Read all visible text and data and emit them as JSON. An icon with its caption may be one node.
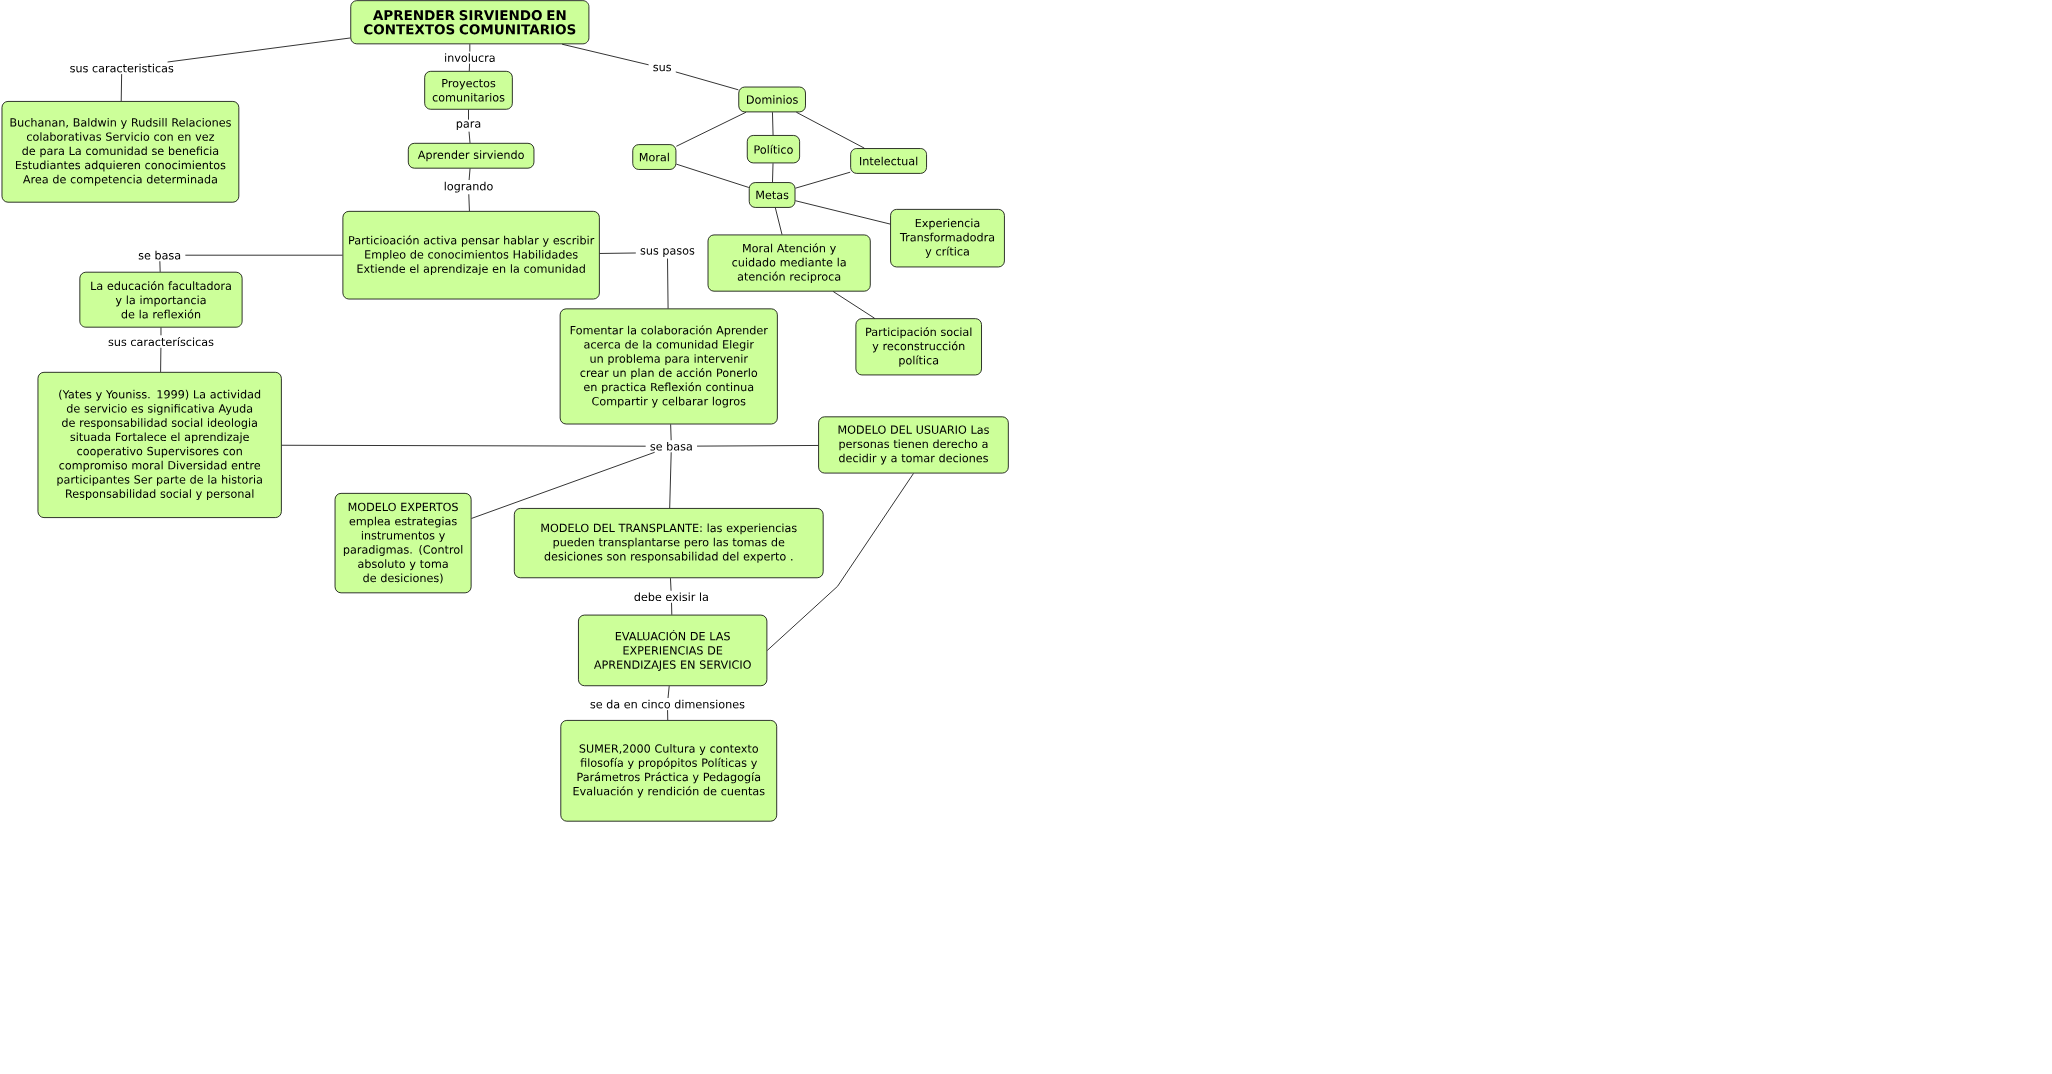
{
  "diagram": {
    "nodes": [
      {
        "text": [
          "APRENDER SIRVIENDO EN CONTEXTOS COMUNITARIOS"
        ]
      },
      {
        "text": [
          "sus caracteristicas"
        ]
      },
      {
        "text": [
          "Buchanan, Baldwin y Rudsill Relaciones colaborativas Servicio con en vez de para La comunidad se beneficia Estudiantes adquieren conocimientos Area de competencia determinada"
        ]
      },
      {
        "text": [
          "involucra"
        ]
      },
      {
        "text": [
          "Proyectos comunitarios"
        ]
      },
      {
        "text": [
          "para"
        ]
      },
      {
        "text": [
          "Aprender sirviendo"
        ]
      },
      {
        "text": [
          "logrando"
        ]
      },
      {
        "text": [
          "Particioación activa pensar hablar y escribir Empleo de conocimientos Habilidades Extiende el aprendizaje en la comunidad"
        ]
      },
      {
        "text": [
          "se basa"
        ]
      },
      {
        "text": [
          "La educación facultadora y la importancia de la reflexión"
        ]
      },
      {
        "text": [
          "sus caracteríscicas"
        ]
      },
      {
        "text": [
          "(Yates y Youniss. 1999) La actividad de servicio es significativa Ayuda de responsabilidad social ideologia situada Fortalece el aprendizaje cooperativo Supervisores con compromiso moral Diversidad entre participantes Ser parte de la historia Responsabilidad social y personal"
        ]
      },
      {
        "text": [
          "sus"
        ]
      },
      {
        "text": [
          "Dominios"
        ]
      },
      {
        "text": [
          "Moral"
        ]
      },
      {
        "text": [
          "Político"
        ]
      },
      {
        "text": [
          "Intelectual"
        ]
      },
      {
        "text": [
          "Metas"
        ]
      },
      {
        "text": [
          "Experiencia Transformadodra y crítica"
        ]
      },
      {
        "text": [
          "Moral Atención y cuidado mediante la atención reciproca"
        ]
      },
      {
        "text": [
          "Participación social y reconstrucción política"
        ]
      },
      {
        "text": [
          "sus pasos"
        ]
      },
      {
        "text": [
          "Fomentar la colaboración Aprender acerca de la comunidad Elegir un problema para intervenir crear un plan de acción Ponerlo en practica Reflexión continua Compartir y celbarar logros"
        ]
      },
      {
        "text": [
          "se basa"
        ]
      },
      {
        "text": [
          "MODELO DEL USUARIO Las personas tienen derecho a decidir y a tomar deciones"
        ]
      },
      {
        "text": [
          "MODELO EXPERTOS emplea estrategias instrumentos y paradigmas. (Control absoluto y toma de desiciones)"
        ]
      },
      {
        "text": [
          "MODELO DEL TRANSPLANTE: las experiencias pueden transplantarse pero las tomas de desiciones son responsabilidad del experto ."
        ]
      },
      {
        "text": [
          "debe exisir la"
        ]
      },
      {
        "text": [
          "EVALUACIÓN DE LAS EXPERIENCIAS DE APRENDIZAJES EN SERVICIO"
        ]
      },
      {
        "text": [
          "se da en cinco dimensiones"
        ]
      },
      {
        "text": [
          "SUMER,2000 Cultura y contexto filosofía y propópitos Políticas y Parámetros Práctica y Pedagogía Evaluación y rendición de cuentas"
        ]
      }
    ],
    "edges": [
      {
        "from": 0,
        "to": 1,
        "arrow": "none"
      },
      {
        "from": 1,
        "to": 2,
        "arrow": "none"
      },
      {
        "from": 0,
        "to": 3,
        "arrow": "none"
      },
      {
        "from": 3,
        "to": 4,
        "arrow": "none"
      },
      {
        "from": 4,
        "to": 5,
        "arrow": "none"
      },
      {
        "from": 5,
        "to": 6,
        "arrow": "none"
      },
      {
        "from": 6,
        "to": 7,
        "arrow": "none"
      },
      {
        "from": 7,
        "to": 8,
        "arrow": "none"
      },
      {
        "from": 8,
        "to": 9,
        "arrow": "none"
      },
      {
        "from": 9,
        "to": 10,
        "arrow": "none"
      },
      {
        "from": 10,
        "to": 11,
        "arrow": "none"
      },
      {
        "from": 11,
        "to": 12,
        "arrow": "none"
      },
      {
        "from": 0,
        "to": 13,
        "arrow": "none"
      },
      {
        "from": 13,
        "to": 14,
        "arrow": "none"
      },
      {
        "from": 14,
        "to": 15,
        "arrow": "none"
      },
      {
        "from": 14,
        "to": 16,
        "arrow": "none"
      },
      {
        "from": 14,
        "to": 17,
        "arrow": "none"
      },
      {
        "from": 15,
        "to": 18,
        "arrow": "none"
      },
      {
        "from": 16,
        "to": 18,
        "arrow": "none"
      },
      {
        "from": 17,
        "to": 18,
        "arrow": "none"
      },
      {
        "from": 18,
        "to": 19,
        "arrow": "none"
      },
      {
        "from": 18,
        "to": 20,
        "arrow": "none"
      },
      {
        "from": 20,
        "to": 21,
        "arrow": "none"
      },
      {
        "from": 8,
        "to": 22,
        "arrow": "none"
      },
      {
        "from": 22,
        "to": 23,
        "arrow": "none"
      },
      {
        "from": 23,
        "to": 24,
        "arrow": "none"
      },
      {
        "from": 12,
        "to": 24,
        "arrow": "none"
      },
      {
        "from": 24,
        "to": 25,
        "arrow": "none"
      },
      {
        "from": 24,
        "to": 26,
        "arrow": "none"
      },
      {
        "from": 24,
        "to": 27,
        "arrow": "none"
      },
      {
        "from": 27,
        "to": 28,
        "arrow": "none"
      },
      {
        "from": 28,
        "to": 29,
        "arrow": "none"
      },
      {
        "from": 29,
        "to": 30,
        "arrow": "none"
      },
      {
        "from": 30,
        "to": 31,
        "arrow": "none"
      },
      {
        "from": 25,
        "to": 29,
        "arrow": "none"
      }
    ]
  }
}
